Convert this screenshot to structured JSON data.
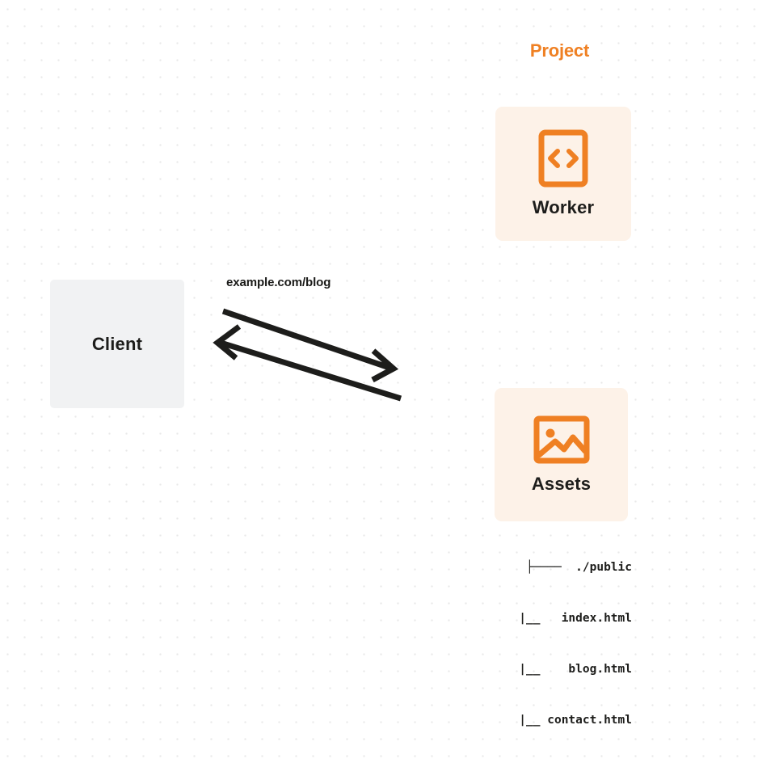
{
  "diagram": {
    "type": "architecture-flow",
    "background": {
      "style": "dot-grid",
      "dot_color": "#e9e9e9",
      "page_color": "#ffffff"
    },
    "colors": {
      "accent": "#ef8023",
      "card_fill": "#fdf2e8",
      "client_fill": "#f1f2f3",
      "text": "#1d1d1b"
    },
    "client": {
      "label": "Client"
    },
    "edge": {
      "label": "example.com/blog",
      "direction": "bidirectional",
      "stroke": "#1d1d1b"
    },
    "project": {
      "title": "Project",
      "border_style": "dashed",
      "border_color": "#ef8023",
      "nodes": [
        {
          "label": "Worker",
          "icon": "code-brackets-icon",
          "icon_glyph": "<>"
        },
        {
          "label": "Assets",
          "icon": "image-icon"
        }
      ],
      "file_tree": {
        "lines": [
          "├────  ./public",
          "    |__   index.html",
          "    |__    blog.html",
          "    |__ contact.html"
        ],
        "root": "./public",
        "files": [
          "index.html",
          "blog.html",
          "contact.html"
        ]
      }
    }
  }
}
